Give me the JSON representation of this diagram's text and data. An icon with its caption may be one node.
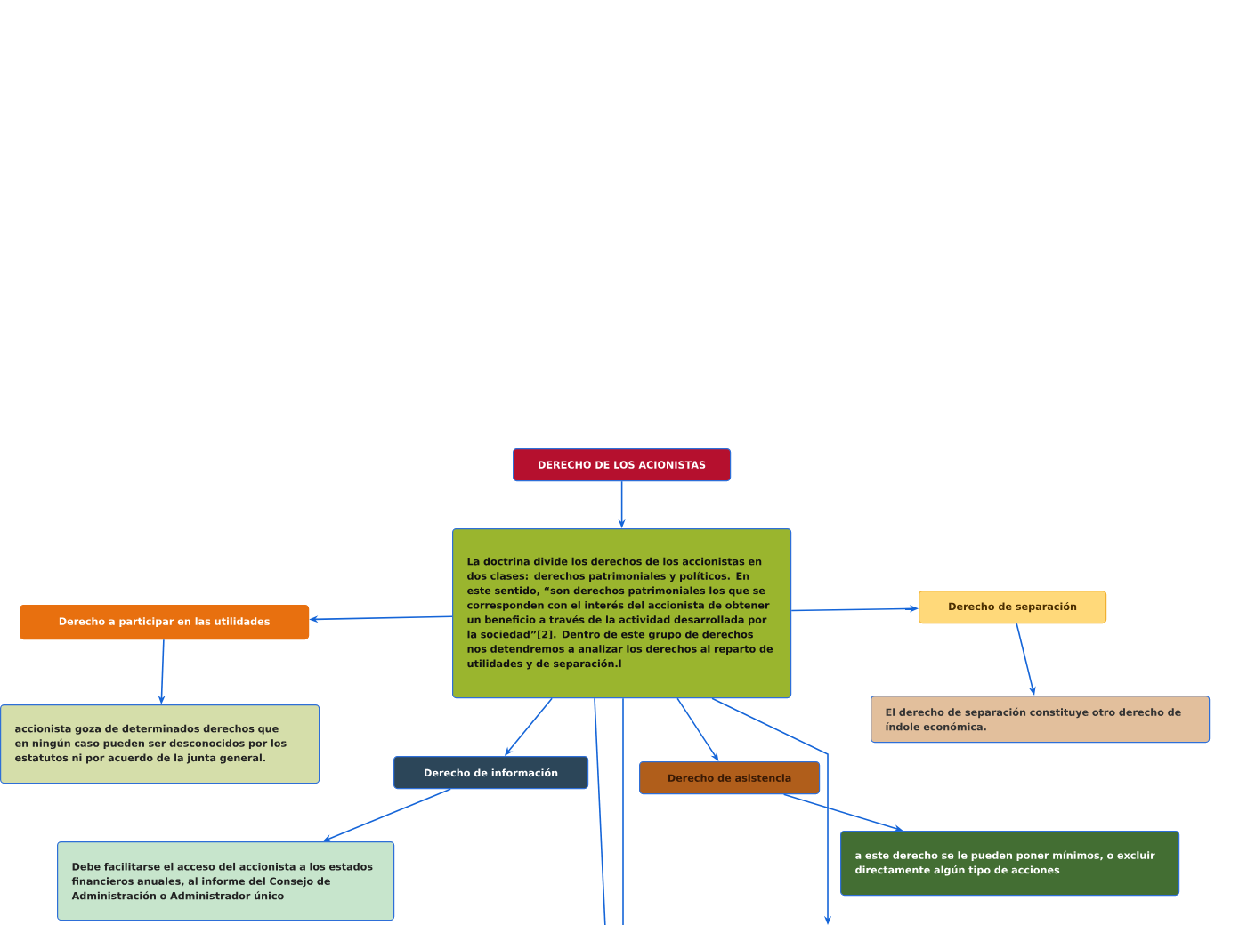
{
  "diagram": {
    "nodes": [
      {
        "text": [
          "DERECHO DE LOS ACIONISTAS"
        ]
      },
      {
        "text": [
          "La doctrina divide los derechos de los accionistas en dos clases: derechos patrimoniales y políticos. En este sentido, “son derechos patrimoniales los que se corresponden con el interés del accionista de obtener un beneficio a través de la actividad desarrollada por la sociedad”[2]. Dentro de este grupo de derechos nos detendremos a analizar los derechos al reparto de utilidades y de separación.l"
        ]
      },
      {
        "text": [
          "Derecho a participar en las utilidades"
        ]
      },
      {
        "text": [
          "accionista goza de determinados derechos que en ningún caso pueden ser desconocidos por los estatutos ni por acuerdo de la junta general."
        ]
      },
      {
        "text": [
          "Derecho de separación"
        ]
      },
      {
        "text": [
          "El derecho de separación constituye otro derecho de índole económica."
        ]
      },
      {
        "text": [
          "Derecho de información"
        ]
      },
      {
        "text": [
          "Debe facilitarse el acceso del accionista a los estados financieros anuales, al informe del Consejo de Administración o Administrador único"
        ]
      },
      {
        "text": [
          "Derecho de asistencia"
        ]
      },
      {
        "text": [
          "a este derecho se le pueden poner mínimos, o excluir directamente algún tipo de acciones"
        ]
      }
    ],
    "edges": [
      {
        "from": 0,
        "to": 1,
        "arrow": "to"
      },
      {
        "from": 1,
        "to": 2,
        "arrow": "to"
      },
      {
        "from": 2,
        "to": 3,
        "arrow": "to"
      },
      {
        "from": 1,
        "to": 4,
        "arrow": "to"
      },
      {
        "from": 4,
        "to": 5,
        "arrow": "to"
      },
      {
        "from": 1,
        "to": 6,
        "arrow": "to"
      },
      {
        "from": 6,
        "to": 7,
        "arrow": "to"
      },
      {
        "from": 1,
        "to": 8,
        "arrow": "to"
      },
      {
        "from": 8,
        "to": 9,
        "arrow": "to"
      },
      {
        "from": 1,
        "to": null,
        "arrow": "none"
      },
      {
        "from": 1,
        "to": null,
        "arrow": "none"
      },
      {
        "from": 1,
        "to": null,
        "arrow": "to"
      }
    ]
  }
}
